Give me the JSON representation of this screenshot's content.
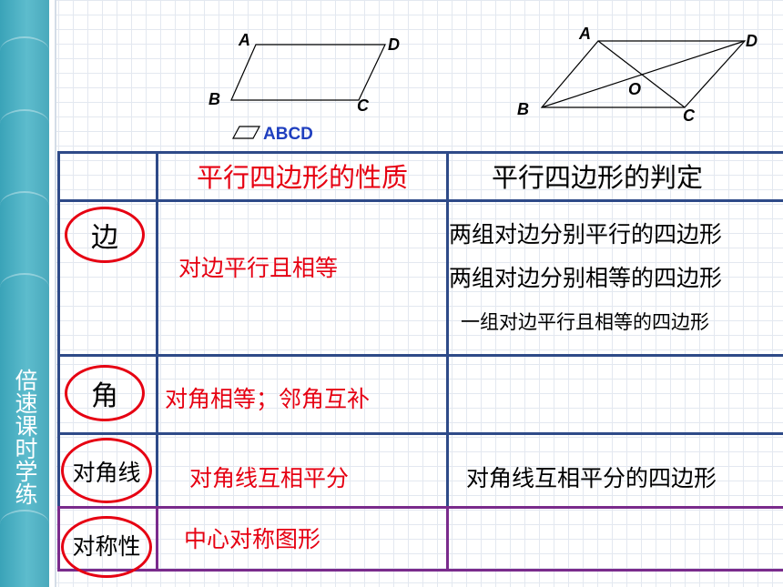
{
  "sidebar": {
    "text": "倍速课时学练"
  },
  "figure1": {
    "points": {
      "A": "A",
      "B": "B",
      "C": "C",
      "D": "D"
    },
    "label": "ABCD"
  },
  "figure2": {
    "points": {
      "A": "A",
      "B": "B",
      "C": "C",
      "D": "D",
      "O": "O"
    }
  },
  "table": {
    "headers": [
      "平行四边形的性质",
      "平行四边形的判定"
    ],
    "rows": [
      {
        "label": "边",
        "property": "对边平行且相等",
        "criteria": [
          "两组对边分别平行的四边形",
          "两组对边分别相等的四边形",
          "一组对边平行且相等的四边形"
        ]
      },
      {
        "label": "角",
        "property": "对角相等；邻角互补",
        "criteria": [
          ""
        ]
      },
      {
        "label": "对角线",
        "property": "对角线互相平分",
        "criteria": [
          "对角线互相平分的四边形"
        ]
      },
      {
        "label": "对称性",
        "property": "中心对称图形",
        "criteria": [
          ""
        ]
      }
    ]
  },
  "colors": {
    "table_border": "#2e4a88",
    "last_row_border": "#7a2b8c",
    "accent_red": "#e60012",
    "sidebar": "#4aa9bc"
  }
}
